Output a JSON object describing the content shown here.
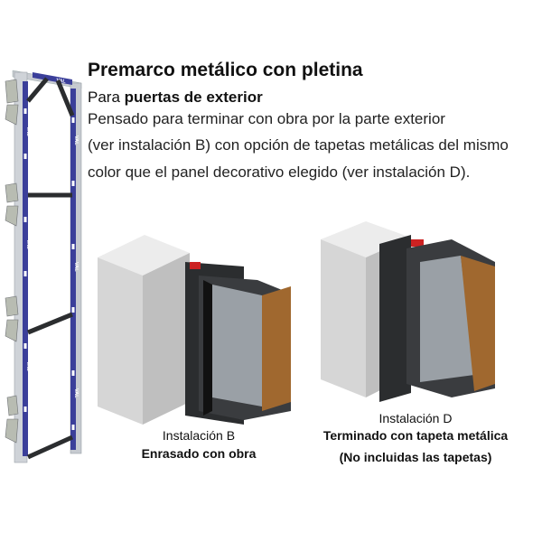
{
  "title": "Premarco metálico con pletina",
  "subtitle": {
    "prefix": "Para ",
    "bold": "puertas de exterior"
  },
  "description": [
    "Pensado para terminar con obra por la parte exterior",
    " (ver instalación B) con opción de tapetas metálicas del mismo",
    "color que el panel decorativo elegido (ver instalación D)."
  ],
  "installations": [
    {
      "label": "Instalación B",
      "caption_lines": [
        "Enrasado con obra"
      ]
    },
    {
      "label": "Instalación D",
      "caption_lines": [
        "Terminado con tapeta metálica",
        "(No incluidas las tapetas)"
      ]
    }
  ],
  "frame_logo_text": "VAL",
  "colors": {
    "frame_steel": "#c9ccd2",
    "frame_logo": "#3b3f9a",
    "profile": "#2b2d2f",
    "wall": "#d9d9d9",
    "wood": "#a0682f"
  }
}
